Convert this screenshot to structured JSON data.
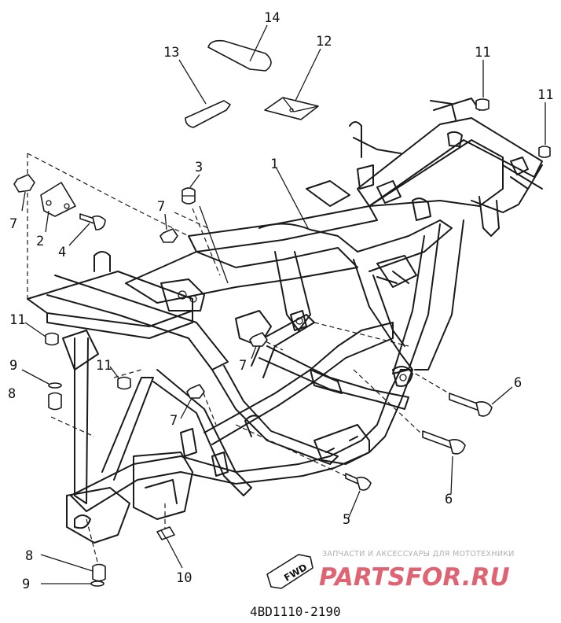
{
  "diagram_code": "4BD1110-2190",
  "direction_marker": "FWD",
  "watermark": {
    "tagline": "ЗАПЧАСТИ И АКСЕССУАРЫ ДЛЯ МОТОТЕХНИКИ",
    "brand": "PARTSFOR.RU",
    "color": "#d94a5c"
  },
  "callouts": [
    {
      "id": "c14",
      "label": "14"
    },
    {
      "id": "c13",
      "label": "13"
    },
    {
      "id": "c12",
      "label": "12"
    },
    {
      "id": "c11a",
      "label": "11"
    },
    {
      "id": "c11b",
      "label": "11"
    },
    {
      "id": "c1",
      "label": "1"
    },
    {
      "id": "c3",
      "label": "3"
    },
    {
      "id": "c7a",
      "label": "7"
    },
    {
      "id": "c7b",
      "label": "7"
    },
    {
      "id": "c2",
      "label": "2"
    },
    {
      "id": "c4",
      "label": "4"
    },
    {
      "id": "c11c",
      "label": "11"
    },
    {
      "id": "c9a",
      "label": "9"
    },
    {
      "id": "c8a",
      "label": "8"
    },
    {
      "id": "c11d",
      "label": "11"
    },
    {
      "id": "c7c",
      "label": "7"
    },
    {
      "id": "c7d",
      "label": "7"
    },
    {
      "id": "c6a",
      "label": "6"
    },
    {
      "id": "c6b",
      "label": "6"
    },
    {
      "id": "c5",
      "label": "5"
    },
    {
      "id": "c10",
      "label": "10"
    },
    {
      "id": "c8b",
      "label": "8"
    },
    {
      "id": "c9b",
      "label": "9"
    }
  ]
}
